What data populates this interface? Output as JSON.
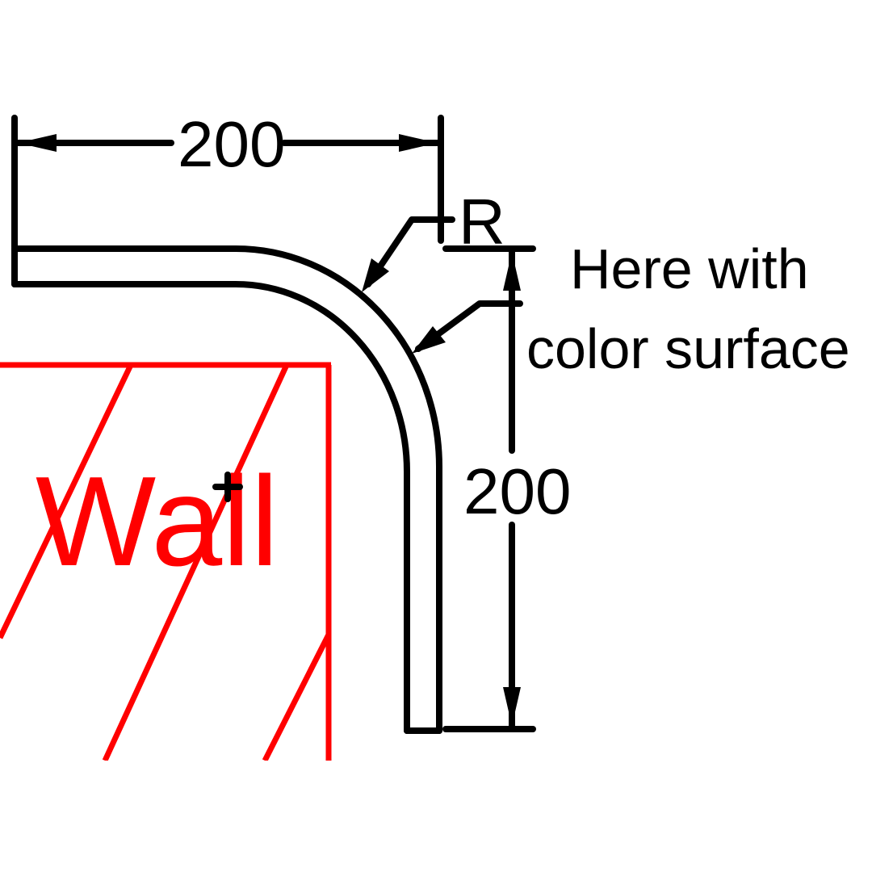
{
  "dimensions": {
    "horizontal": "200",
    "vertical": "200",
    "radius_label": "R"
  },
  "note": {
    "line1": "Here with",
    "line2": "color surface"
  },
  "wall": {
    "label": "Wall"
  },
  "colors": {
    "line": "#000000",
    "wall": "#ff0000",
    "background": "#ffffff"
  }
}
